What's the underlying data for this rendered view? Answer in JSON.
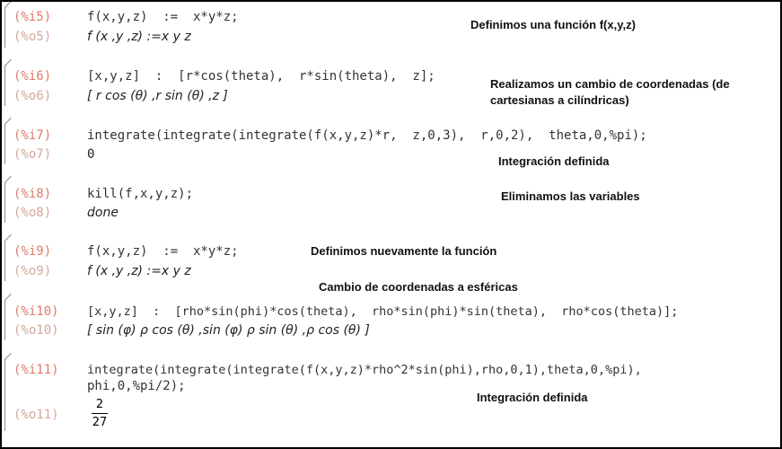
{
  "cells": [
    {
      "in_label": "(%i5)",
      "out_label": "(%o5)",
      "input": "f(x,y,z)  :=  x*y*z;",
      "output": "f (x ,y ,z) :=x y z",
      "note": "Definimos una función f(x,y,z)"
    },
    {
      "in_label": "(%i6)",
      "out_label": "(%o6)",
      "input": "[x,y,z]  :  [r*cos(theta),  r*sin(theta),  z];",
      "output": "[ r cos (θ) ,r sin (θ) ,z ]",
      "note": "Realizamos un cambio de coordenadas (de cartesianas a cilíndricas)"
    },
    {
      "in_label": "(%i7)",
      "out_label": "(%o7)",
      "input": "integrate(integrate(integrate(f(x,y,z)*r,  z,0,3),  r,0,2),  theta,0,%pi);",
      "output": "0",
      "note": "Integración definida"
    },
    {
      "in_label": "(%i8)",
      "out_label": "(%o8)",
      "input": "kill(f,x,y,z);",
      "output": "done",
      "note": "Eliminamos las variables"
    },
    {
      "in_label": "(%i9)",
      "out_label": "(%o9)",
      "input": "f(x,y,z)  :=  x*y*z;",
      "output": "f (x ,y ,z) :=x y z",
      "note": "Definimos nuevamente la función"
    },
    {
      "in_label": "(%i10)",
      "out_label": "(%o10)",
      "input": "[x,y,z]  :  [rho*sin(phi)*cos(theta),  rho*sin(phi)*sin(theta),  rho*cos(theta)];",
      "output": "[ sin (φ) ρ cos (θ) ,sin (φ) ρ sin (θ) ,ρ cos (θ) ]",
      "note": "Cambio de coordenadas a esféricas"
    },
    {
      "in_label": "(%i11)",
      "out_label": "(%o11)",
      "input": "integrate(integrate(integrate(f(x,y,z)*rho^2*sin(phi),rho,0,1),theta,0,%pi),",
      "input2": "phi,0,%pi/2);",
      "output_num": "2",
      "output_den": "27",
      "note": "Integración definida"
    }
  ]
}
